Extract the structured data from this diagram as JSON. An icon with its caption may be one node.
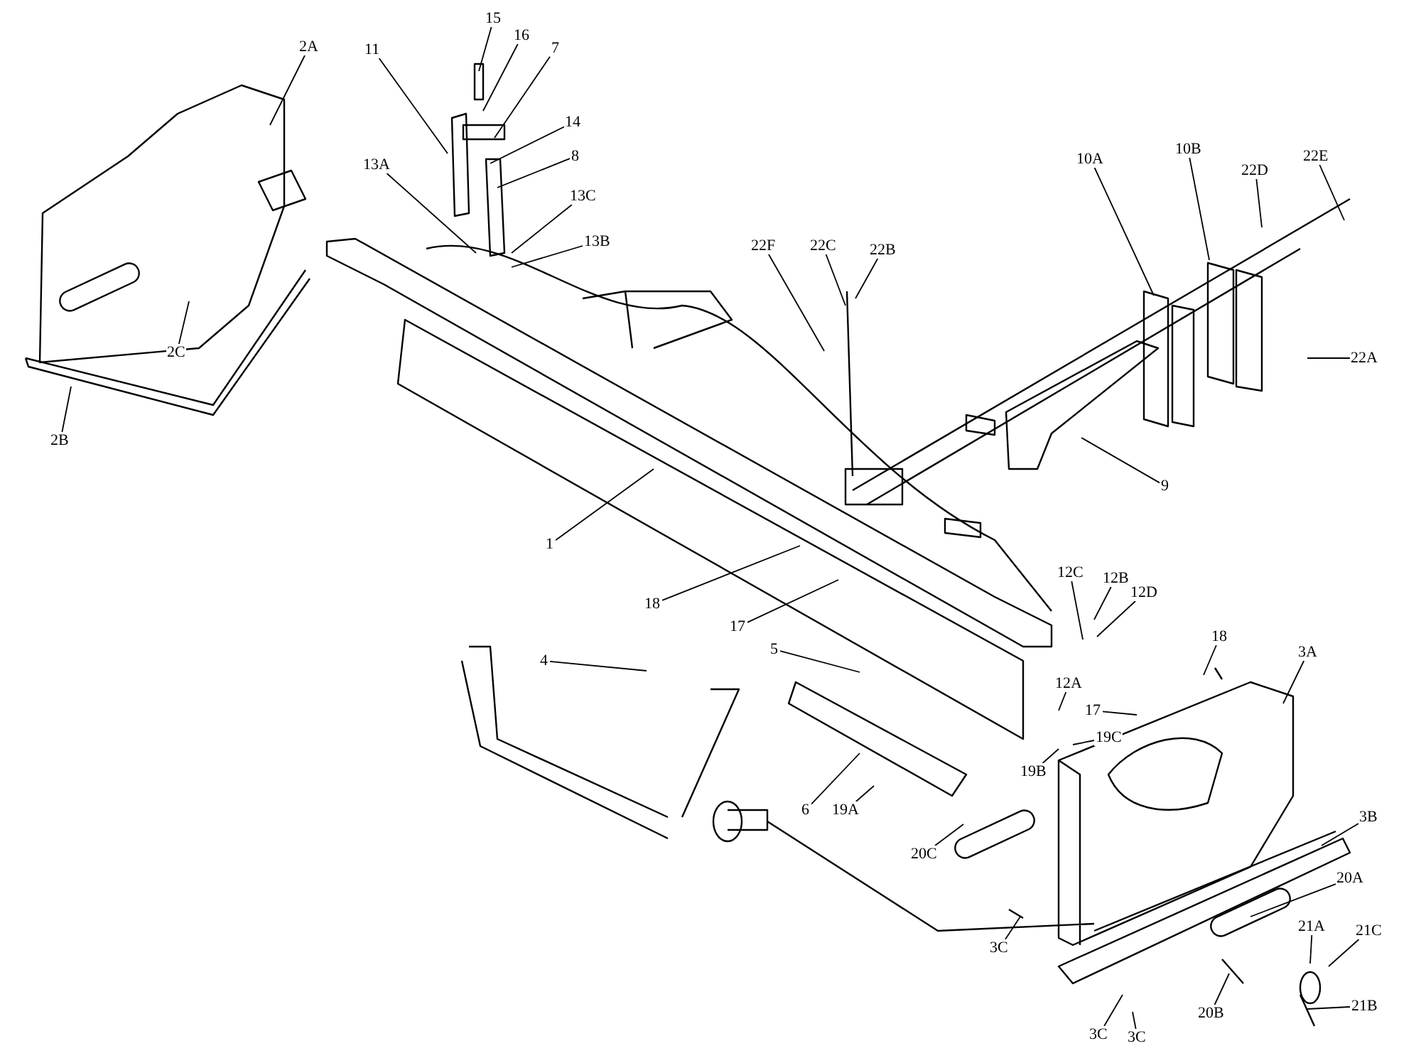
{
  "diagram": {
    "nodes": [
      {
        "text": [
          "2A"
        ]
      },
      {
        "text": [
          "11"
        ]
      },
      {
        "text": [
          "15"
        ]
      },
      {
        "text": [
          "16"
        ]
      },
      {
        "text": [
          "7"
        ]
      },
      {
        "text": [
          "14"
        ]
      },
      {
        "text": [
          "8"
        ]
      },
      {
        "text": [
          "13A"
        ]
      },
      {
        "text": [
          "13C"
        ]
      },
      {
        "text": [
          "13B"
        ]
      },
      {
        "text": [
          "2C"
        ]
      },
      {
        "text": [
          "2B"
        ]
      },
      {
        "text": [
          "22F"
        ]
      },
      {
        "text": [
          "22C"
        ]
      },
      {
        "text": [
          "22B"
        ]
      },
      {
        "text": [
          "10A"
        ]
      },
      {
        "text": [
          "10B"
        ]
      },
      {
        "text": [
          "22D"
        ]
      },
      {
        "text": [
          "22E"
        ]
      },
      {
        "text": [
          "22A"
        ]
      },
      {
        "text": [
          "9"
        ]
      },
      {
        "text": [
          "1"
        ]
      },
      {
        "text": [
          "18"
        ]
      },
      {
        "text": [
          "17"
        ]
      },
      {
        "text": [
          "12C"
        ]
      },
      {
        "text": [
          "12B"
        ]
      },
      {
        "text": [
          "12D"
        ]
      },
      {
        "text": [
          "12A"
        ]
      },
      {
        "text": [
          "18"
        ]
      },
      {
        "text": [
          "3A"
        ]
      },
      {
        "text": [
          "4"
        ]
      },
      {
        "text": [
          "5"
        ]
      },
      {
        "text": [
          "17"
        ]
      },
      {
        "text": [
          "19C"
        ]
      },
      {
        "text": [
          "19B"
        ]
      },
      {
        "text": [
          "6"
        ]
      },
      {
        "text": [
          "19A"
        ]
      },
      {
        "text": [
          "20C"
        ]
      },
      {
        "text": [
          "3B"
        ]
      },
      {
        "text": [
          "20A"
        ]
      },
      {
        "text": [
          "3C"
        ]
      },
      {
        "text": [
          "21A"
        ]
      },
      {
        "text": [
          "21C"
        ]
      },
      {
        "text": [
          "20B"
        ]
      },
      {
        "text": [
          "21B"
        ]
      },
      {
        "text": [
          "3C"
        ]
      },
      {
        "text": [
          "3C"
        ]
      }
    ],
    "edges": [
      {
        "from": 0,
        "to": null,
        "arrow": "none"
      },
      {
        "from": 1,
        "to": null,
        "arrow": "none"
      },
      {
        "from": 2,
        "to": null,
        "arrow": "none"
      },
      {
        "from": 3,
        "to": null,
        "arrow": "none"
      },
      {
        "from": 4,
        "to": null,
        "arrow": "none"
      },
      {
        "from": 5,
        "to": null,
        "arrow": "none"
      },
      {
        "from": 6,
        "to": null,
        "arrow": "none"
      },
      {
        "from": 7,
        "to": null,
        "arrow": "none"
      },
      {
        "from": 8,
        "to": null,
        "arrow": "none"
      },
      {
        "from": 9,
        "to": null,
        "arrow": "none"
      },
      {
        "from": 10,
        "to": null,
        "arrow": "none"
      },
      {
        "from": 11,
        "to": null,
        "arrow": "none"
      },
      {
        "from": 12,
        "to": null,
        "arrow": "none"
      },
      {
        "from": 13,
        "to": null,
        "arrow": "none"
      },
      {
        "from": 14,
        "to": null,
        "arrow": "none"
      },
      {
        "from": 15,
        "to": null,
        "arrow": "none"
      },
      {
        "from": 16,
        "to": null,
        "arrow": "none"
      },
      {
        "from": 17,
        "to": null,
        "arrow": "none"
      },
      {
        "from": 18,
        "to": null,
        "arrow": "none"
      },
      {
        "from": 19,
        "to": null,
        "arrow": "none"
      },
      {
        "from": 20,
        "to": null,
        "arrow": "none"
      },
      {
        "from": 21,
        "to": null,
        "arrow": "none"
      },
      {
        "from": 22,
        "to": null,
        "arrow": "none"
      },
      {
        "from": 23,
        "to": null,
        "arrow": "none"
      },
      {
        "from": 24,
        "to": null,
        "arrow": "none"
      },
      {
        "from": 25,
        "to": null,
        "arrow": "none"
      },
      {
        "from": 26,
        "to": null,
        "arrow": "none"
      },
      {
        "from": 27,
        "to": null,
        "arrow": "none"
      },
      {
        "from": 28,
        "to": null,
        "arrow": "none"
      },
      {
        "from": 29,
        "to": null,
        "arrow": "none"
      },
      {
        "from": 30,
        "to": null,
        "arrow": "none"
      },
      {
        "from": 31,
        "to": null,
        "arrow": "none"
      },
      {
        "from": 32,
        "to": null,
        "arrow": "none"
      },
      {
        "from": 33,
        "to": null,
        "arrow": "none"
      },
      {
        "from": 34,
        "to": null,
        "arrow": "none"
      },
      {
        "from": 35,
        "to": null,
        "arrow": "none"
      },
      {
        "from": 36,
        "to": null,
        "arrow": "none"
      },
      {
        "from": 37,
        "to": null,
        "arrow": "none"
      },
      {
        "from": 38,
        "to": null,
        "arrow": "none"
      },
      {
        "from": 39,
        "to": null,
        "arrow": "none"
      },
      {
        "from": 40,
        "to": null,
        "arrow": "none"
      },
      {
        "from": 41,
        "to": null,
        "arrow": "none"
      },
      {
        "from": 42,
        "to": null,
        "arrow": "none"
      },
      {
        "from": 43,
        "to": null,
        "arrow": "none"
      },
      {
        "from": 44,
        "to": null,
        "arrow": "none"
      },
      {
        "from": 45,
        "to": null,
        "arrow": "none"
      },
      {
        "from": 46,
        "to": null,
        "arrow": "none"
      }
    ]
  }
}
